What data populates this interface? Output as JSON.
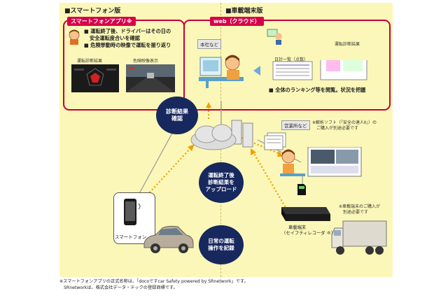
{
  "smartphone_section": {
    "title": "■スマートフォン版",
    "app_tab": "スマートフォンアプリ※",
    "bullets": [
      "■ 運転終了後、ドライバーはその日の",
      "安全運転度合いを確認",
      "■ 危険挙動時の映像で運転を振り返り"
    ],
    "diag_result_label": "運転診断結果",
    "danger_video_label": "危険映像表示",
    "phone_label": "スマートフォン"
  },
  "onboard_section": {
    "title": "■車載端末版",
    "office_label": "営業所など",
    "software_note": [
      "※解析ソフト（「安全の達人Ⅱ」）の",
      "ご購入が別途必要です"
    ],
    "device_label": [
      "車載端末",
      "（セイフティレコーダ ®）"
    ],
    "device_note": [
      "※車載端末のご購入が",
      "別途必要です"
    ]
  },
  "web_section": {
    "tab": "web（クラウド）",
    "hq_label": "本社など",
    "daily_list_label": "日計一覧（点数）",
    "diag_result_label": "運転診断結果",
    "bullet": "■ 全体のランキング等を閲覧。状況を把握"
  },
  "flow": {
    "check_circle": [
      "診断結果",
      "確認"
    ],
    "upload_circle": [
      "運転終了後",
      "診断結果を",
      "アップロード"
    ],
    "record_circle": [
      "日常の運転",
      "操作を記録"
    ]
  },
  "footnote": [
    "※スマートフォンアプリの正式名称は、「docoですcar Safety powered by SRnetwork」です。",
    "SRnetworkは、株式会社データ・テックの登録商標です。"
  ],
  "colors": {
    "panel_bg": "#fbf7b8",
    "accent_red": "#c4003a",
    "navy": "#17285e",
    "arrow_orange": "#f0a000"
  }
}
